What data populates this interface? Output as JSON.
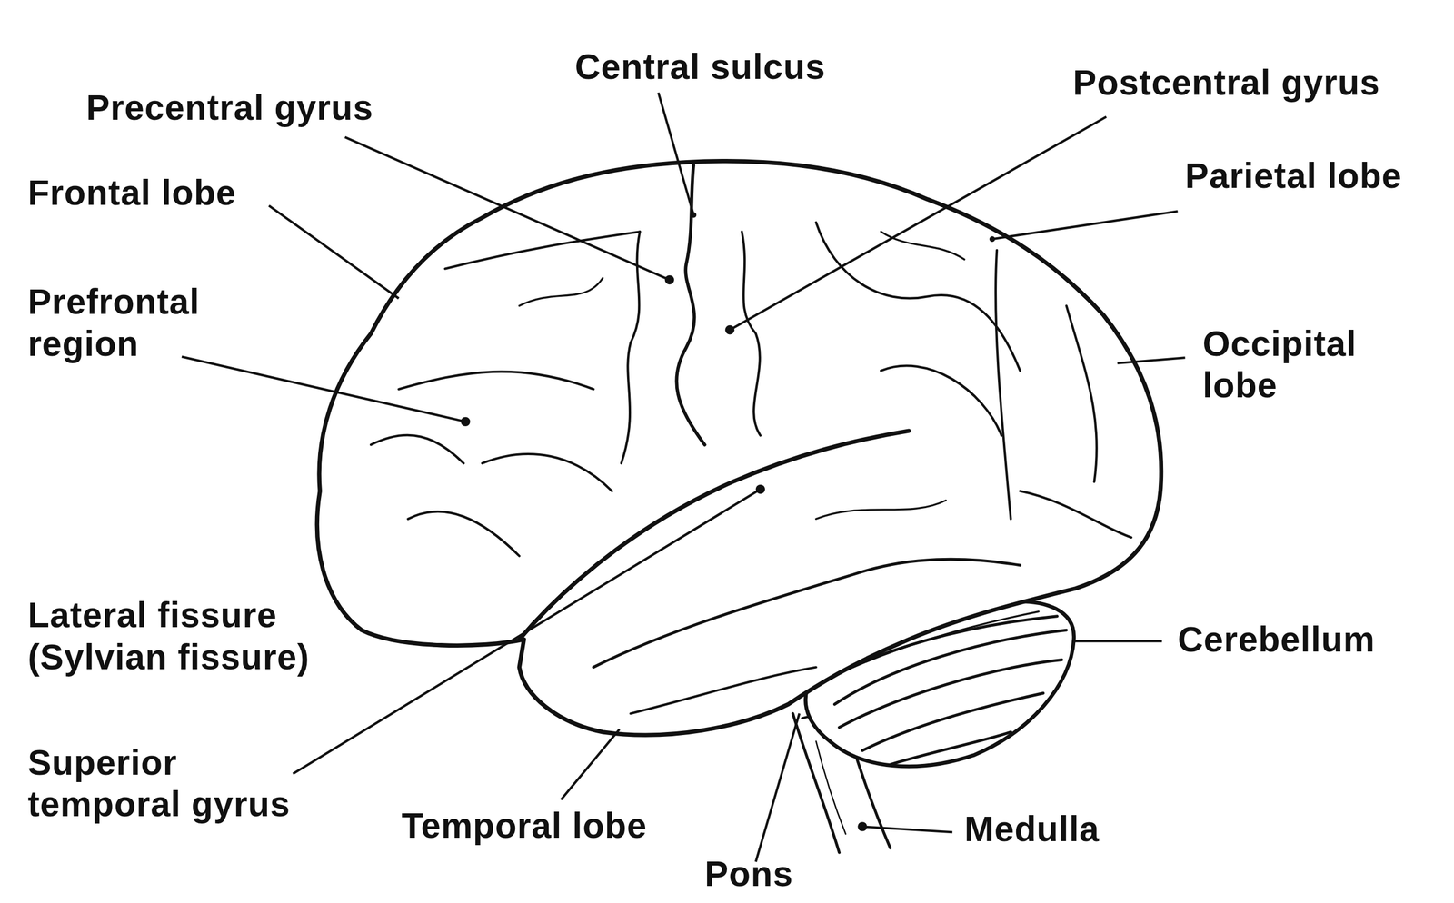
{
  "diagram": {
    "labels": [
      "Central sulcus",
      "Precentral gyrus",
      "Postcentral gyrus",
      "Frontal lobe",
      "Parietal lobe",
      "Prefrontal region",
      "Occipital lobe",
      "Cerebellum",
      "Lateral fissure (Sylvian fissure)",
      "Superior temporal gyrus",
      "Temporal lobe",
      "Medulla",
      "Pons"
    ]
  }
}
